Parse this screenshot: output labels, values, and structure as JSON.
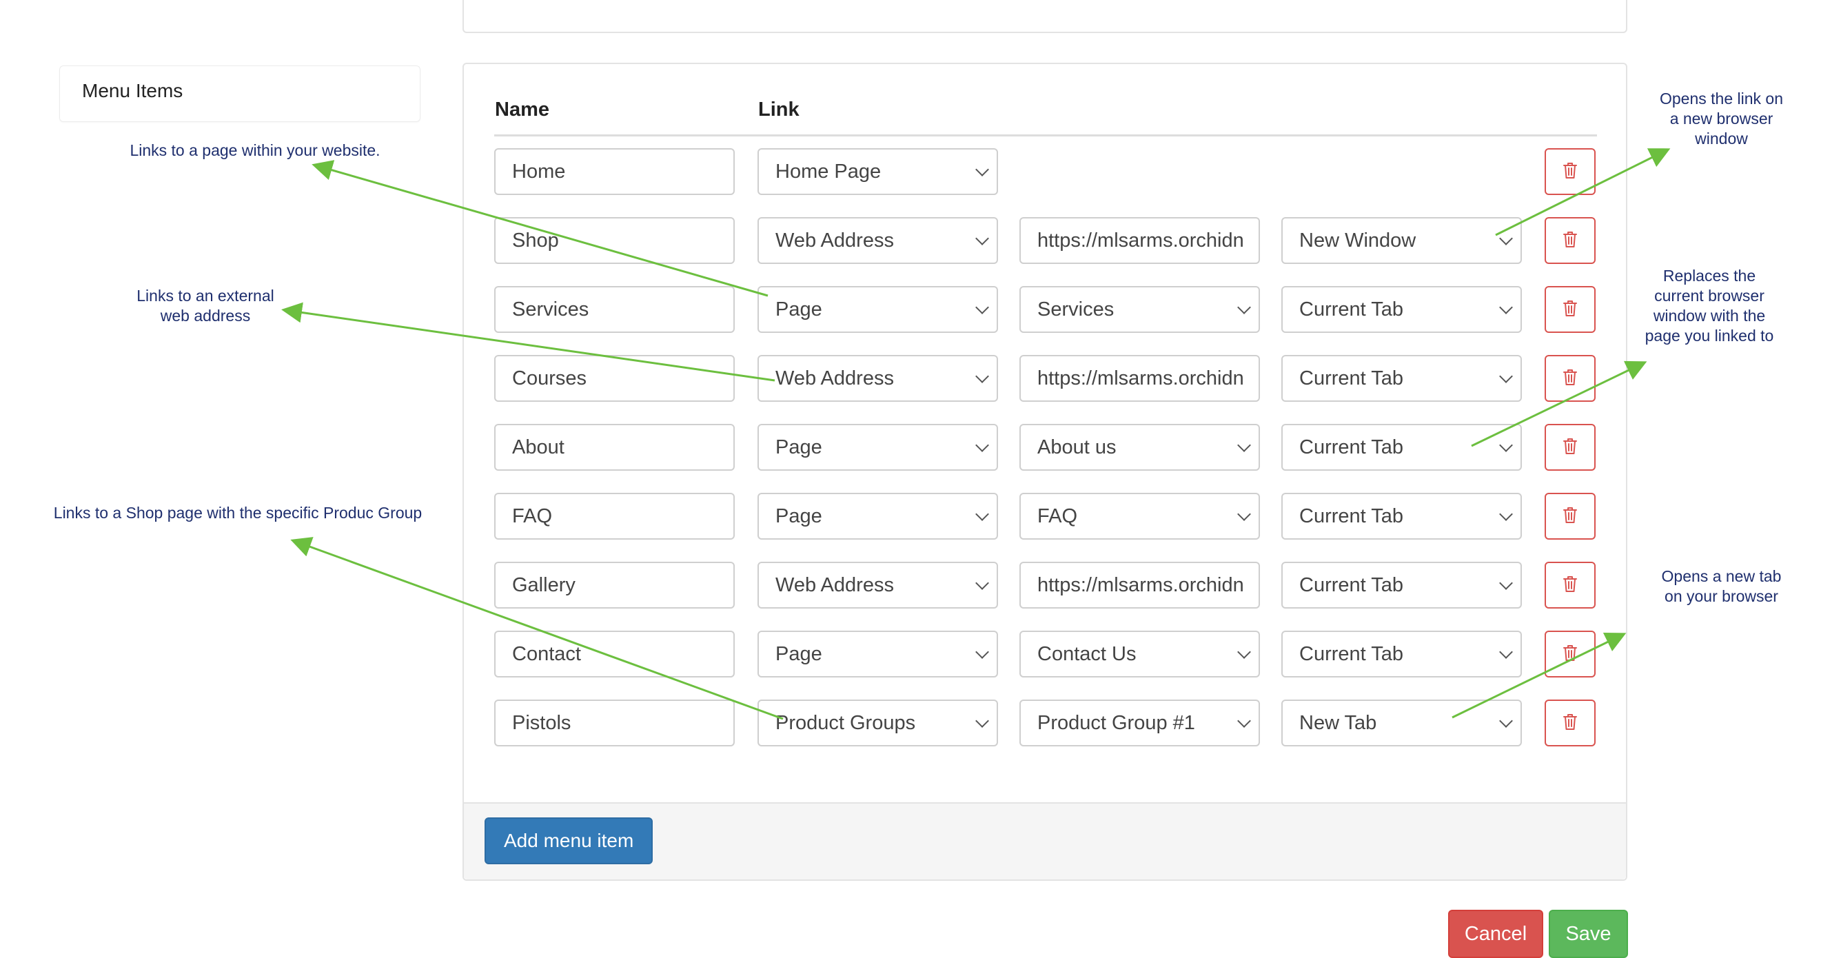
{
  "sidebar": {
    "title": "Menu Items"
  },
  "table": {
    "headers": {
      "name": "Name",
      "link": "Link"
    },
    "rows": [
      {
        "name": "Home",
        "link_type": "Home Page",
        "target": "",
        "target_kind": "none",
        "window": ""
      },
      {
        "name": "Shop",
        "link_type": "Web Address",
        "target": "https://mlsarms.orchidn",
        "target_kind": "input",
        "window": "New Window"
      },
      {
        "name": "Services",
        "link_type": "Page",
        "target": "Services",
        "target_kind": "select",
        "window": "Current Tab"
      },
      {
        "name": "Courses",
        "link_type": "Web Address",
        "target": "https://mlsarms.orchidn",
        "target_kind": "input",
        "window": "Current Tab"
      },
      {
        "name": "About",
        "link_type": "Page",
        "target": "About us",
        "target_kind": "select",
        "window": "Current Tab"
      },
      {
        "name": "FAQ",
        "link_type": "Page",
        "target": "FAQ",
        "target_kind": "select",
        "window": "Current Tab"
      },
      {
        "name": "Gallery",
        "link_type": "Web Address",
        "target": "https://mlsarms.orchidn",
        "target_kind": "input",
        "window": "Current Tab"
      },
      {
        "name": "Contact",
        "link_type": "Page",
        "target": "Contact Us",
        "target_kind": "select",
        "window": "Current Tab"
      },
      {
        "name": "Pistols",
        "link_type": "Product Groups",
        "target": "Product Group #1",
        "target_kind": "select",
        "window": "New Tab"
      }
    ]
  },
  "footer": {
    "add_label": "Add menu item"
  },
  "actions": {
    "cancel_label": "Cancel",
    "save_label": "Save"
  },
  "annotations": {
    "page_link": "Links to a page within your website.",
    "external_line1": "Links to an external",
    "external_line2": "web address",
    "shop_group": "Links to a Shop page with the specific Produc Group",
    "new_window_line1": "Opens the link on",
    "new_window_line2": "a new browser",
    "new_window_line3": "window",
    "current_tab_line1": "Replaces the",
    "current_tab_line2": "current browser",
    "current_tab_line3": "window with the",
    "current_tab_line4": "page you linked to",
    "new_tab_line1": "Opens a new tab",
    "new_tab_line2": "on your browser"
  },
  "colors": {
    "primary": "#337ab7",
    "danger": "#d9534f",
    "success": "#5cb85c",
    "annotation_text": "#1f2f6e",
    "annotation_arrow": "#6cbf3f"
  },
  "icons": {
    "delete": "trash-icon",
    "dropdown": "chevron-down-icon"
  }
}
